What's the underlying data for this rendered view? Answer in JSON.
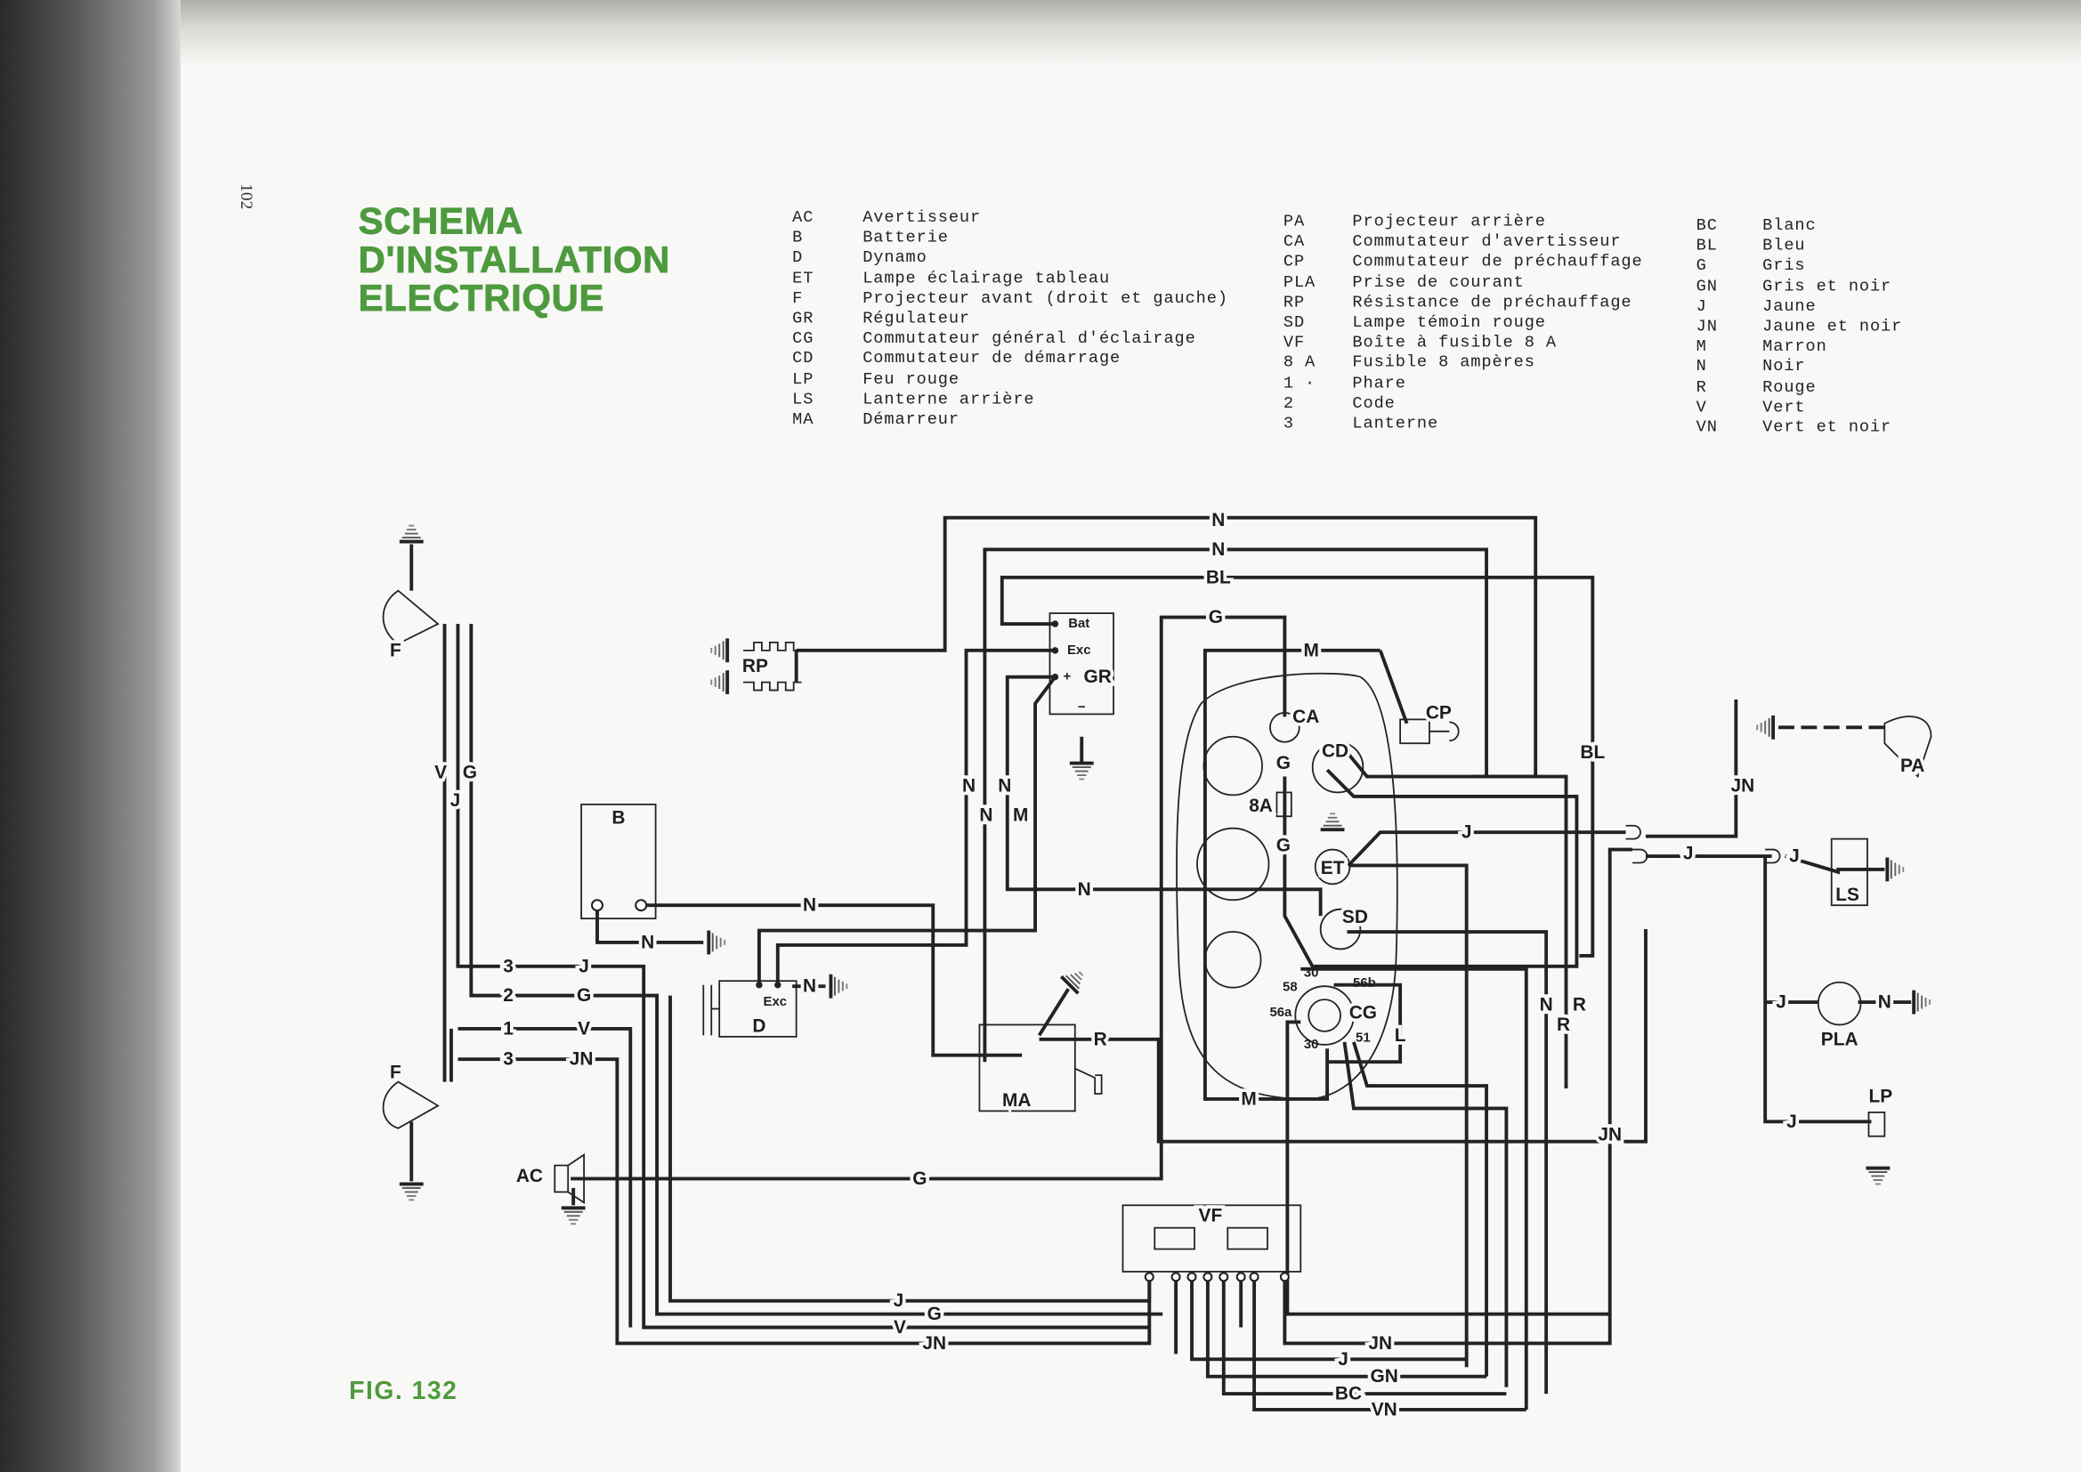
{
  "page_number": "102",
  "title": [
    "SCHEMA",
    "D'INSTALLATION",
    "ELECTRIQUE"
  ],
  "figure_label": "FIG. 132",
  "legend": {
    "components_1": [
      {
        "code": "AC",
        "label": "Avertisseur"
      },
      {
        "code": "B",
        "label": "Batterie"
      },
      {
        "code": "D",
        "label": "Dynamo"
      },
      {
        "code": "ET",
        "label": "Lampe éclairage tableau"
      },
      {
        "code": "F",
        "label": "Projecteur avant (droit et gauche)"
      },
      {
        "code": "GR",
        "label": "Régulateur"
      },
      {
        "code": "CG",
        "label": "Commutateur général d'éclairage"
      },
      {
        "code": "CD",
        "label": "Commutateur de démarrage"
      },
      {
        "code": "LP",
        "label": "Feu rouge"
      },
      {
        "code": "LS",
        "label": "Lanterne arrière"
      },
      {
        "code": "MA",
        "label": "Démarreur"
      }
    ],
    "components_2": [
      {
        "code": "PA",
        "label": "Projecteur arrière"
      },
      {
        "code": "CA",
        "label": "Commutateur d'avertisseur"
      },
      {
        "code": "CP",
        "label": "Commutateur de préchauffage"
      },
      {
        "code": "PLA",
        "label": "Prise de courant"
      },
      {
        "code": "RP",
        "label": "Résistance de préchauffage"
      },
      {
        "code": "SD",
        "label": "Lampe témoin rouge"
      },
      {
        "code": "VF",
        "label": "Boîte à fusible 8 A"
      },
      {
        "code": "8 A",
        "label": "Fusible 8 ampères"
      },
      {
        "code": "1 ·",
        "label": "Phare"
      },
      {
        "code": "2",
        "label": "Code"
      },
      {
        "code": "3",
        "label": "Lanterne"
      }
    ],
    "wire_colors": [
      {
        "code": "BC",
        "label": "Blanc"
      },
      {
        "code": "BL",
        "label": "Bleu"
      },
      {
        "code": "G",
        "label": "Gris"
      },
      {
        "code": "GN",
        "label": "Gris et noir"
      },
      {
        "code": "J",
        "label": "Jaune"
      },
      {
        "code": "JN",
        "label": "Jaune et noir"
      },
      {
        "code": "M",
        "label": "Marron"
      },
      {
        "code": "N",
        "label": "Noir"
      },
      {
        "code": "R",
        "label": "Rouge"
      },
      {
        "code": "V",
        "label": "Vert"
      },
      {
        "code": "VN",
        "label": "Vert et noir"
      }
    ]
  },
  "diagram": {
    "components": {
      "F_top": "F",
      "F_bottom": "F",
      "RP": "RP",
      "B": "B",
      "D": "D",
      "GR": "GR",
      "Bat": "Bat",
      "Exc": "Exc",
      "MA": "MA",
      "AC": "AC",
      "VF": "VF",
      "CA": "CA",
      "CD": "CD",
      "fuse": "8A",
      "ET": "ET",
      "SD": "SD",
      "CG": "CG",
      "CP": "CP",
      "PA": "PA",
      "LS": "LS",
      "PLA": "PLA",
      "LP": "LP",
      "D_exc": "Exc",
      "plus": "+",
      "minus": "−"
    },
    "cg_terminals": [
      "30",
      "58",
      "56a",
      "56b",
      "51",
      "30"
    ],
    "wire_labels": [
      "N",
      "N",
      "BL",
      "G",
      "M",
      "N",
      "N",
      "N",
      "M",
      "N",
      "N",
      "N",
      "N",
      "R",
      "M",
      "G",
      "BL",
      "JN",
      "J",
      "J",
      "J",
      "N",
      "J",
      "J",
      "N",
      "R",
      "R",
      "L",
      "JN",
      "3",
      "J",
      "2",
      "G",
      "1",
      "V",
      "3",
      "JN",
      "V",
      "G",
      "J",
      "J",
      "G",
      "V",
      "JN",
      "JN",
      "J",
      "GN",
      "BC",
      "VN",
      "G",
      "G"
    ]
  },
  "colors": {
    "title_green": "#4e9a3e",
    "ink": "#232323",
    "paper": "#f8f8f6"
  }
}
